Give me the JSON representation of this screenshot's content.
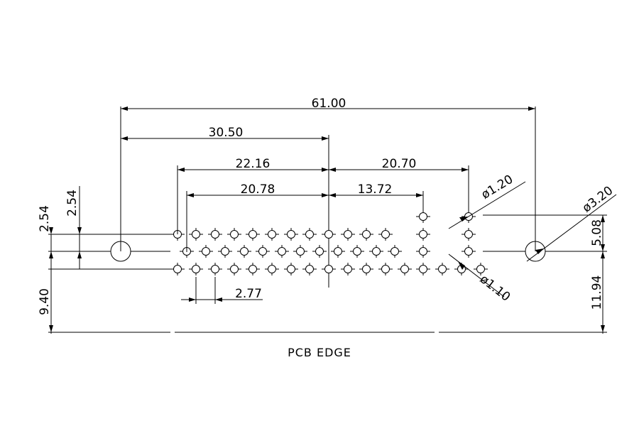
{
  "drawing": {
    "dimensions": {
      "overall_width": "61.00",
      "half_width": "30.50",
      "left_span": "22.16",
      "right_span": "20.70",
      "inner_left_span": "20.78",
      "inner_right_span": "13.72",
      "pin_pitch": "2.77",
      "row_pitch_left": "2.54",
      "row_pitch_outer": "2.54",
      "edge_distance_left": "9.40",
      "edge_distance_right": "11.94",
      "mount_row_offset": "5.08",
      "pin_hole_diameter": "ø1.20",
      "signal_hole_diameter": "ø1.10",
      "mount_hole_diameter": "ø3.20"
    },
    "footer_label": "PCB EDGE"
  }
}
